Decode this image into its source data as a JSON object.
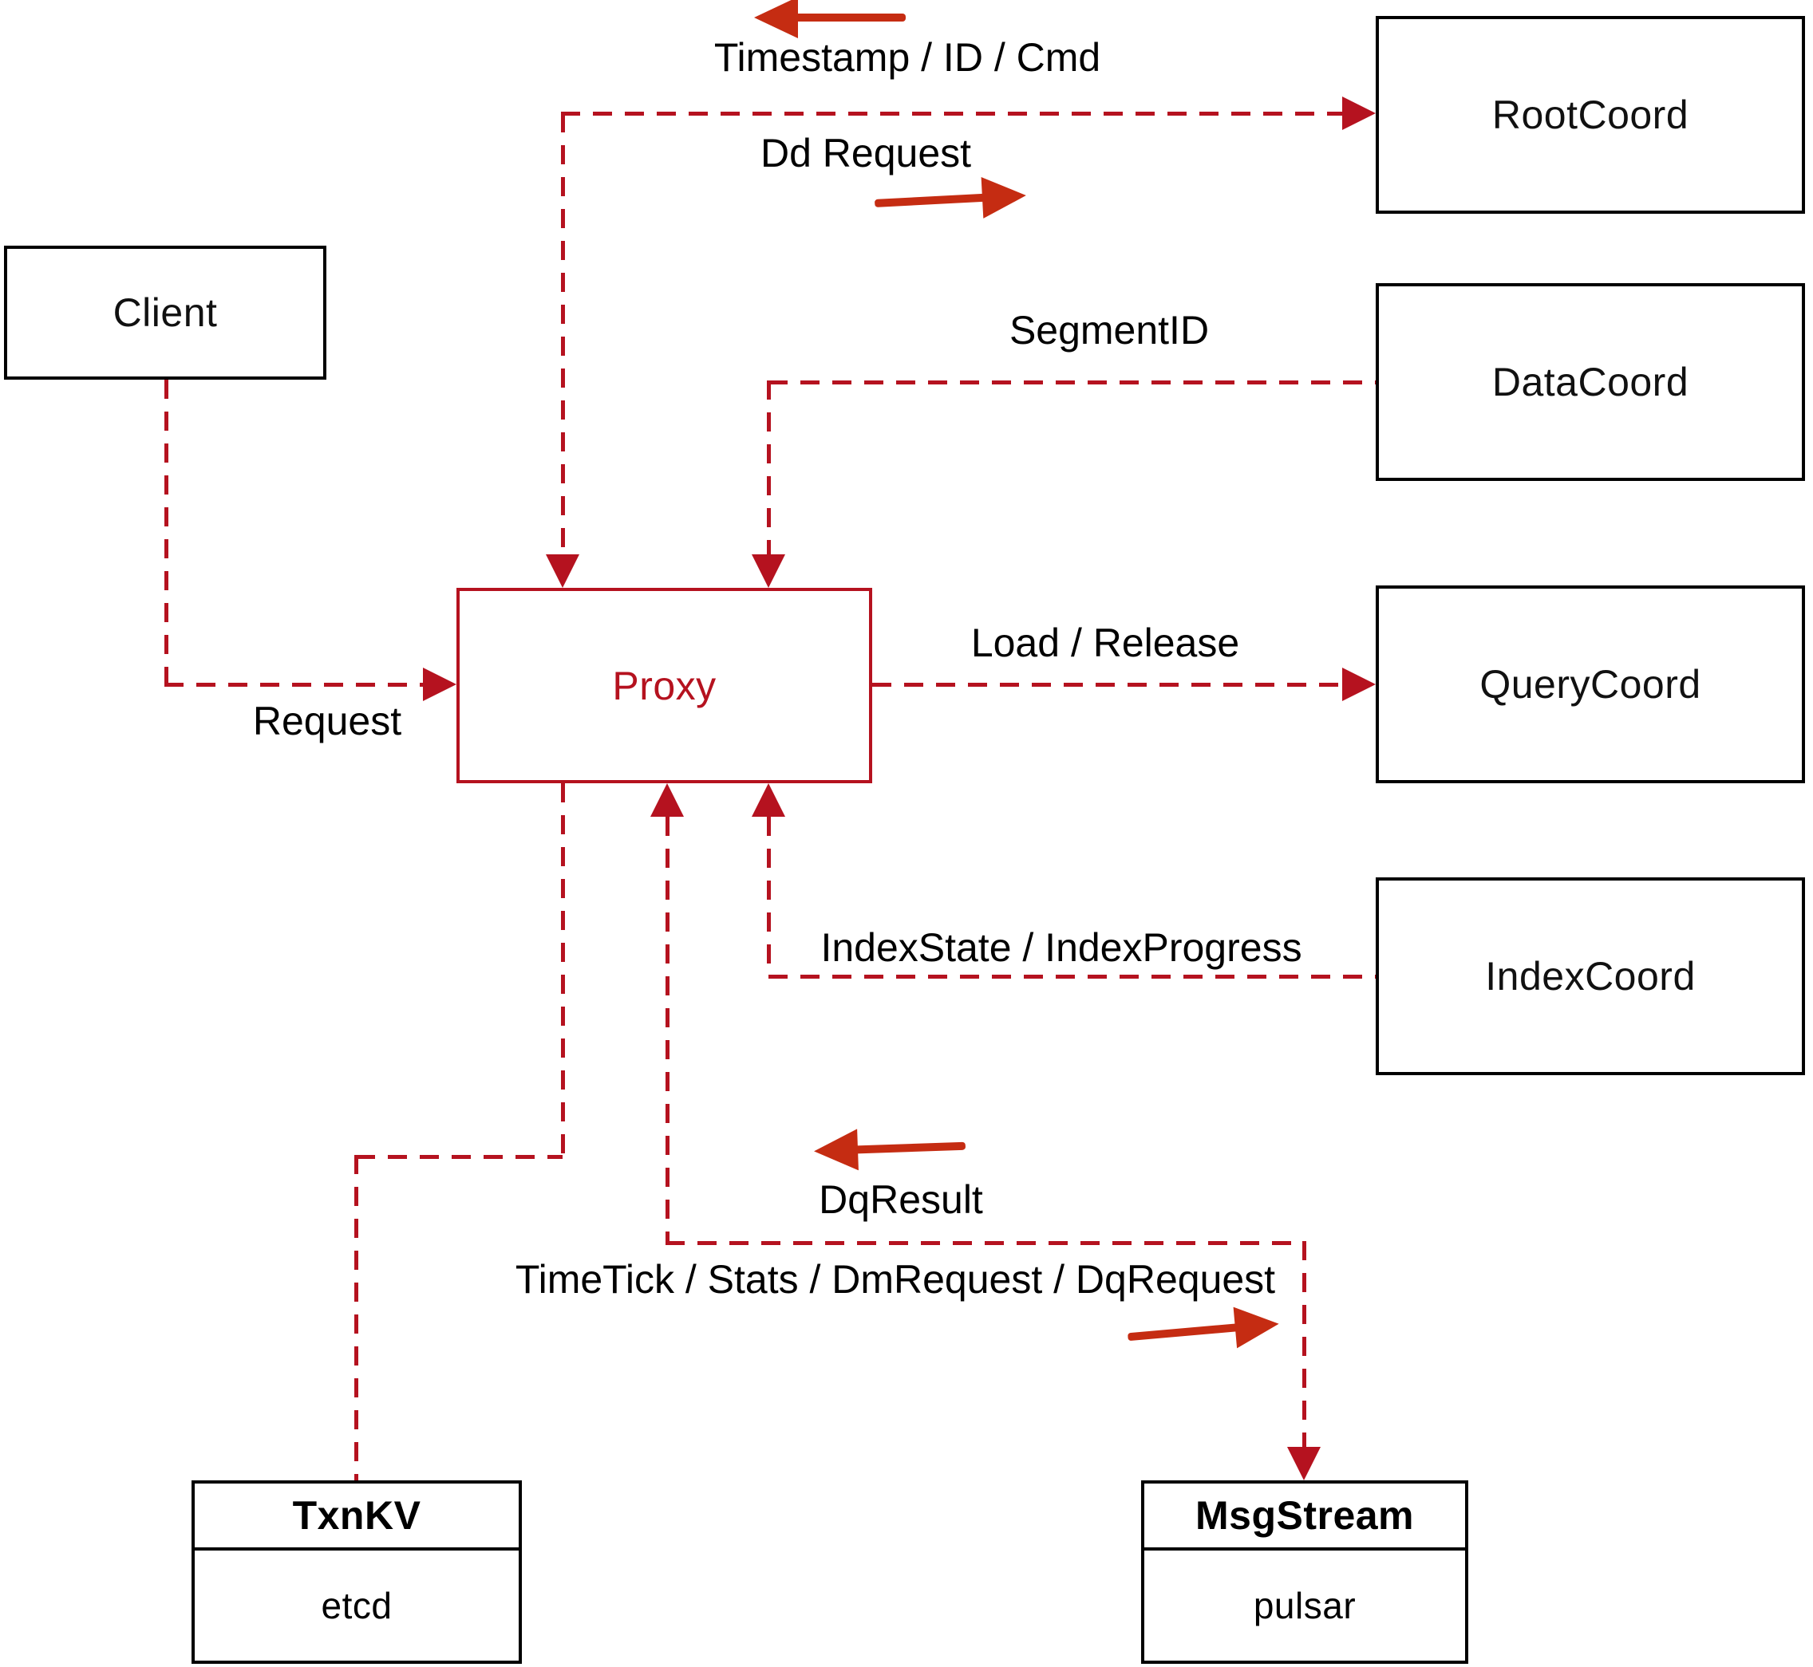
{
  "diagram": {
    "colors": {
      "line_red": "#b5121f",
      "arrow_red": "#c52c12",
      "box_black": "#000000",
      "background": "#ffffff"
    },
    "nodes": {
      "client": {
        "label": "Client"
      },
      "proxy": {
        "label": "Proxy"
      },
      "rootcoord": {
        "label": "RootCoord"
      },
      "datacoord": {
        "label": "DataCoord"
      },
      "querycoord": {
        "label": "QueryCoord"
      },
      "indexcoord": {
        "label": "IndexCoord"
      },
      "txnkv": {
        "title": "TxnKV",
        "subtitle": "etcd"
      },
      "msgstream": {
        "title": "MsgStream",
        "subtitle": "pulsar"
      }
    },
    "edge_labels": {
      "timestamp_id_cmd": "Timestamp / ID / Cmd",
      "dd_request": "Dd Request",
      "segment_id": "SegmentID",
      "load_release": "Load / Release",
      "index_state_progress": "IndexState / IndexProgress",
      "request": "Request",
      "dq_result": "DqResult",
      "timetick_stats": "TimeTick / Stats / DmRequest / DqRequest"
    }
  }
}
